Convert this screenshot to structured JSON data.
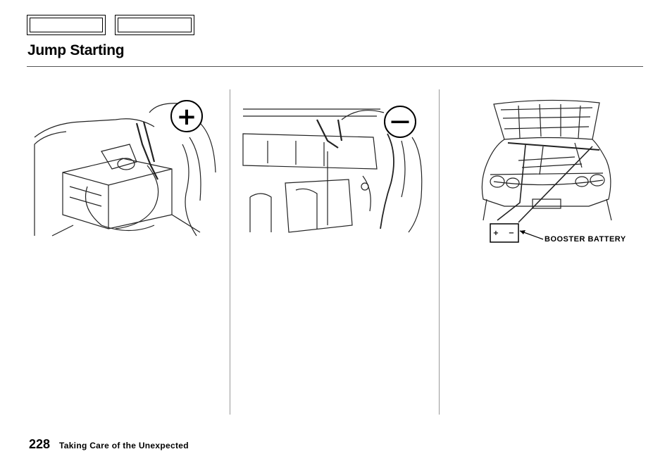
{
  "header": {
    "title": "Jump Starting"
  },
  "figures": {
    "positive": {
      "symbol": "+"
    },
    "negative": {
      "symbol": "—"
    },
    "car": {
      "booster_label": "BOOSTER BATTERY",
      "plus": "+",
      "minus": "−"
    }
  },
  "footer": {
    "page_number": "228",
    "section": "Taking Care of the Unexpected"
  }
}
